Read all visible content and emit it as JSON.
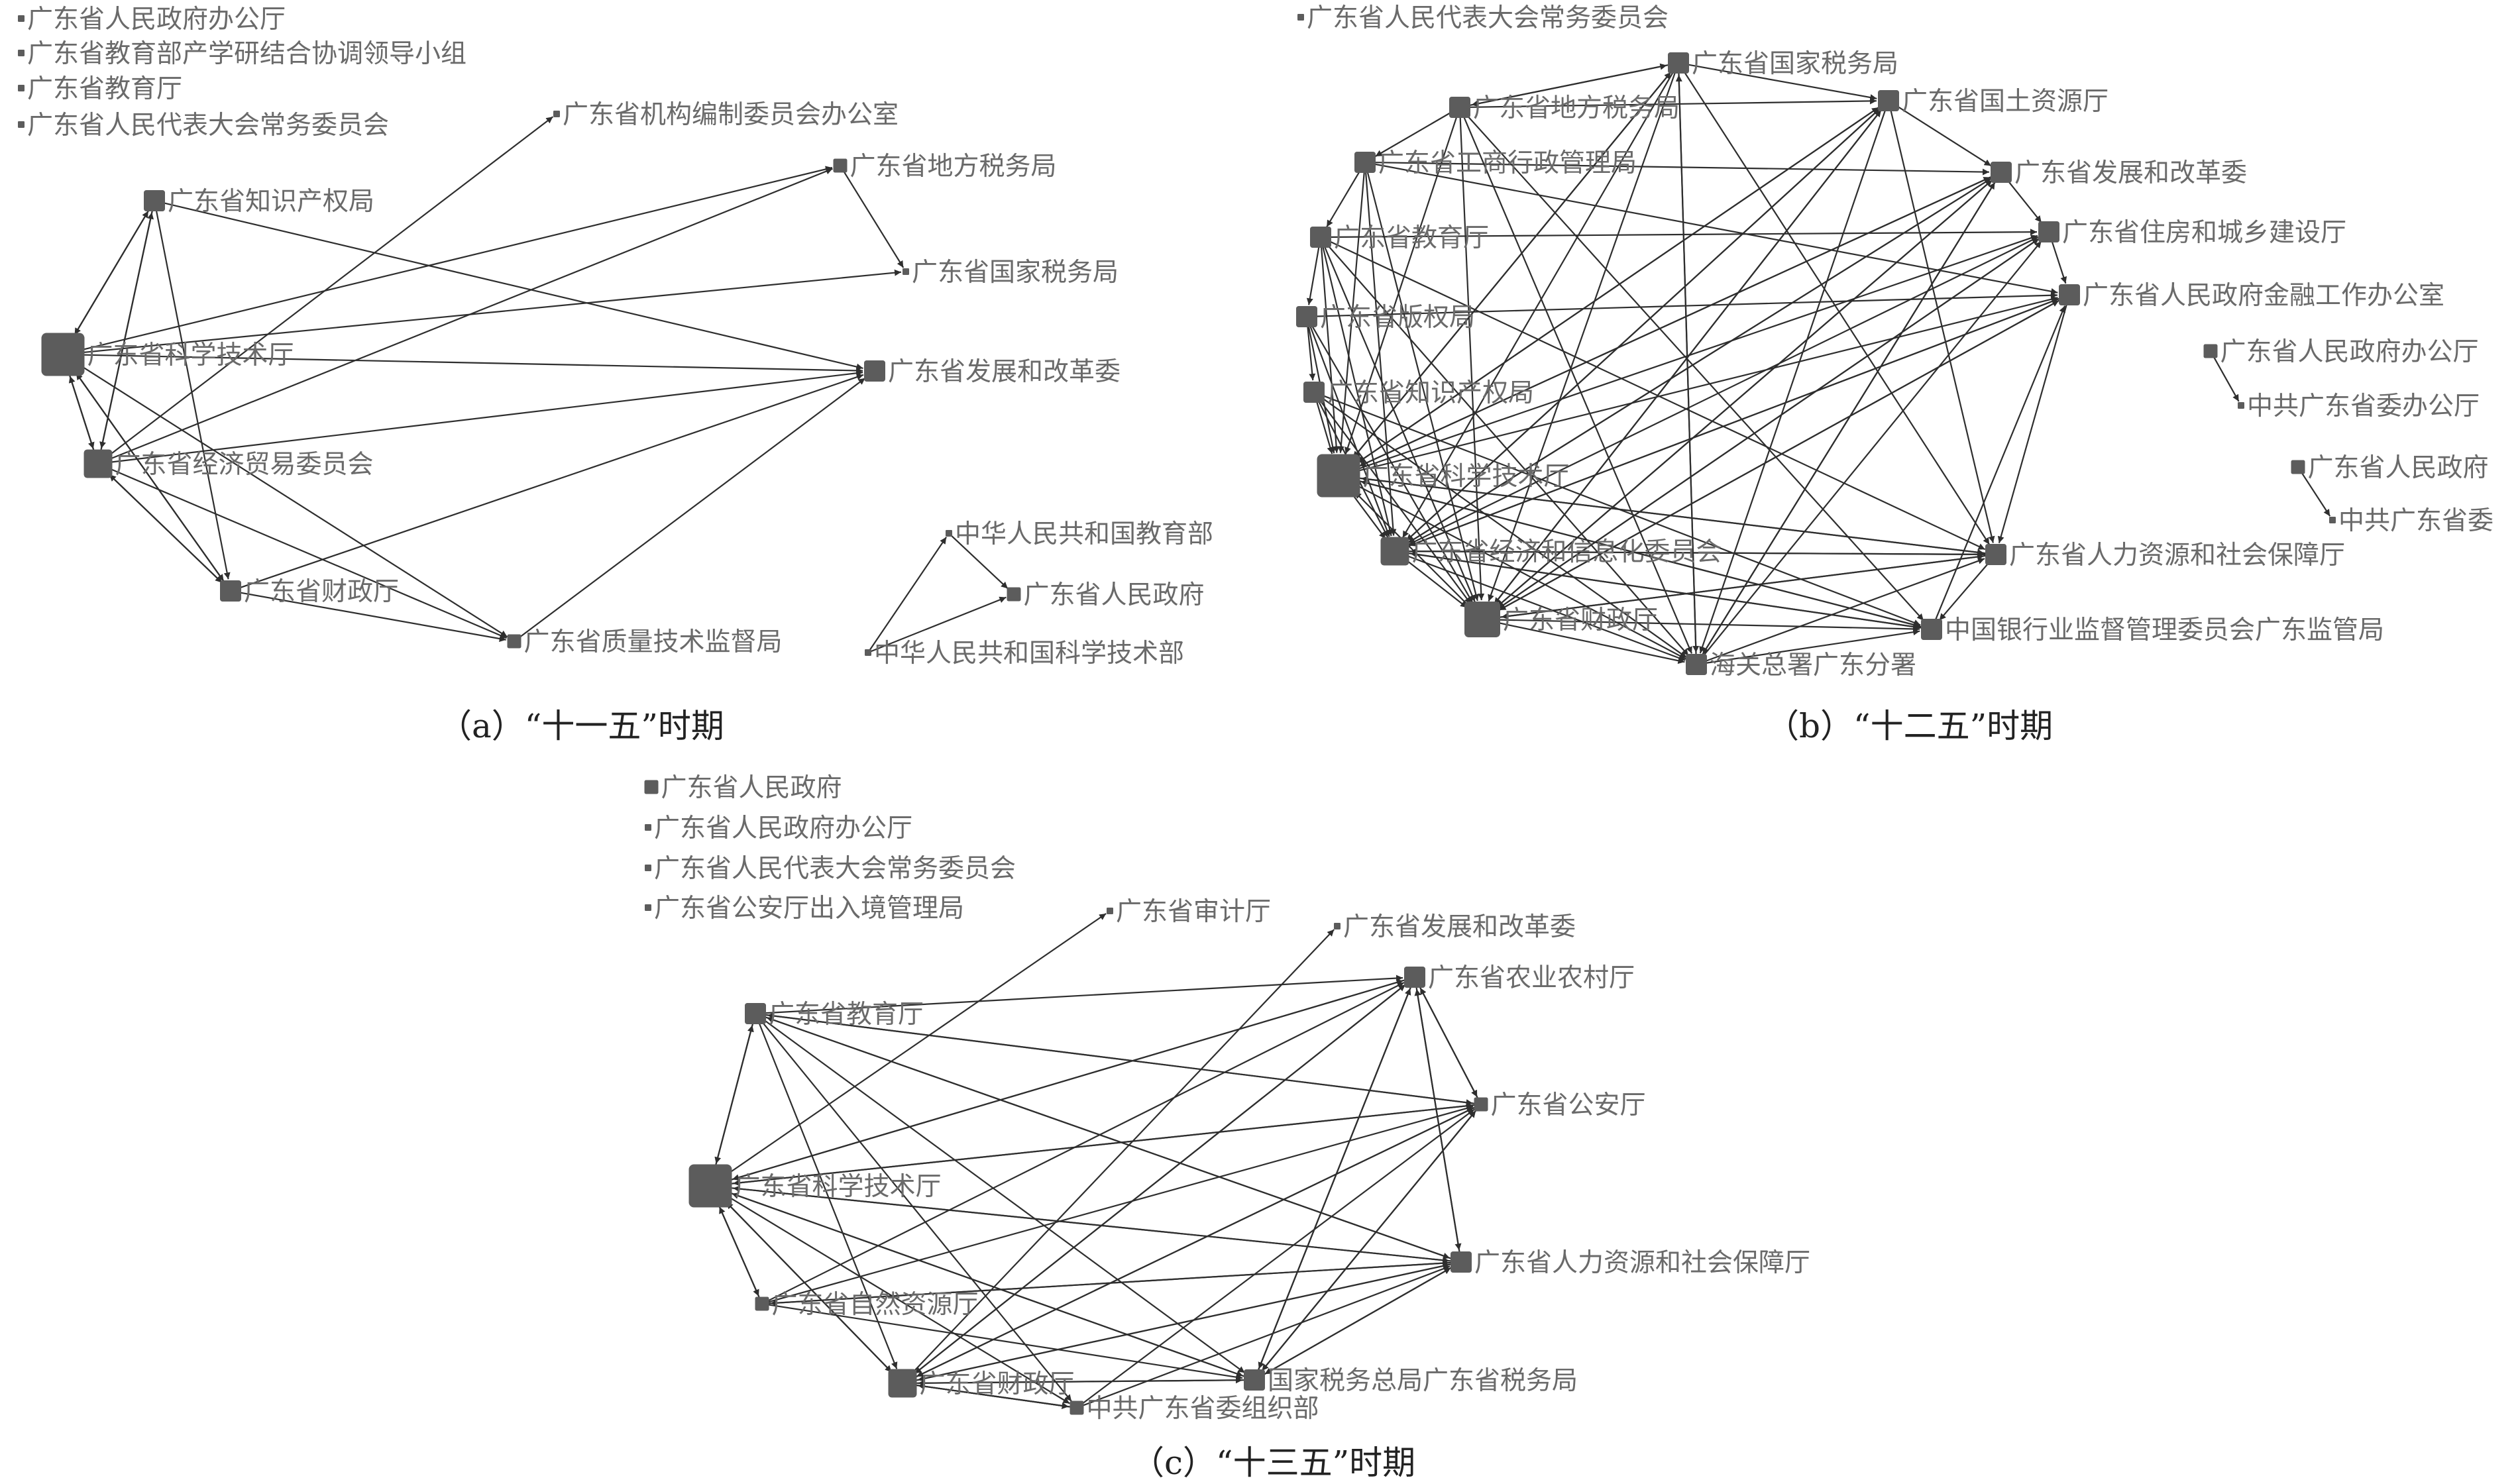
{
  "networks": [
    {
      "id": "a",
      "caption": "（a）“十一五”时期",
      "nodes": [
        {
          "id": "a_zf_office",
          "label": "广东省人民政府办公厅",
          "weight": 1
        },
        {
          "id": "a_edu_group",
          "label": "广东省教育部产学研结合协调领导小组",
          "weight": 1
        },
        {
          "id": "a_edu",
          "label": "广东省教育厅",
          "weight": 1
        },
        {
          "id": "a_npc",
          "label": "广东省人民代表大会常务委员会",
          "weight": 1
        },
        {
          "id": "a_bianzhi",
          "label": "广东省机构编制委员会办公室",
          "weight": 1
        },
        {
          "id": "a_ip",
          "label": "广东省知识产权局",
          "weight": 3
        },
        {
          "id": "a_ltax",
          "label": "广东省地方税务局",
          "weight": 2
        },
        {
          "id": "a_ntax",
          "label": "广东省国家税务局",
          "weight": 1
        },
        {
          "id": "a_sci",
          "label": "广东省科学技术厅",
          "weight": 6
        },
        {
          "id": "a_drc",
          "label": "广东省发展和改革委",
          "weight": 3
        },
        {
          "id": "a_econ",
          "label": "广东省经济贸易委员会",
          "weight": 4
        },
        {
          "id": "a_fin",
          "label": "广东省财政厅",
          "weight": 3
        },
        {
          "id": "a_qual",
          "label": "广东省质量技术监督局",
          "weight": 2
        },
        {
          "id": "a_moe",
          "label": "中华人民共和国教育部",
          "weight": 1
        },
        {
          "id": "a_gov",
          "label": "广东省人民政府",
          "weight": 2
        },
        {
          "id": "a_most",
          "label": "中华人民共和国科学技术部",
          "weight": 1
        }
      ],
      "edges": [
        [
          "a_sci",
          "a_ip"
        ],
        [
          "a_ip",
          "a_sci"
        ],
        [
          "a_econ",
          "a_ip"
        ],
        [
          "a_ip",
          "a_econ"
        ],
        [
          "a_ip",
          "a_fin"
        ],
        [
          "a_ip",
          "a_drc"
        ],
        [
          "a_sci",
          "a_econ"
        ],
        [
          "a_econ",
          "a_sci"
        ],
        [
          "a_sci",
          "a_fin"
        ],
        [
          "a_fin",
          "a_sci"
        ],
        [
          "a_econ",
          "a_fin"
        ],
        [
          "a_fin",
          "a_econ"
        ],
        [
          "a_sci",
          "a_drc"
        ],
        [
          "a_econ",
          "a_drc"
        ],
        [
          "a_fin",
          "a_drc"
        ],
        [
          "a_qual",
          "a_drc"
        ],
        [
          "a_sci",
          "a_ltax"
        ],
        [
          "a_econ",
          "a_ltax"
        ],
        [
          "a_sci",
          "a_ntax"
        ],
        [
          "a_ltax",
          "a_ntax"
        ],
        [
          "a_econ",
          "a_bianzhi"
        ],
        [
          "a_sci",
          "a_qual"
        ],
        [
          "a_econ",
          "a_qual"
        ],
        [
          "a_fin",
          "a_qual"
        ],
        [
          "a_most",
          "a_moe"
        ],
        [
          "a_moe",
          "a_gov"
        ],
        [
          "a_most",
          "a_gov"
        ]
      ]
    },
    {
      "id": "b",
      "caption": "（b）“十二五”时期",
      "nodes": [
        {
          "id": "b_npc",
          "label": "广东省人民代表大会常务委员会",
          "weight": 1
        },
        {
          "id": "b_ntax",
          "label": "广东省国家税务局",
          "weight": 3
        },
        {
          "id": "b_land",
          "label": "广东省国土资源厅",
          "weight": 3
        },
        {
          "id": "b_ltax",
          "label": "广东省地方税务局",
          "weight": 3
        },
        {
          "id": "b_drc",
          "label": "广东省发展和改革委",
          "weight": 3
        },
        {
          "id": "b_saic",
          "label": "广东省工商行政管理局",
          "weight": 3
        },
        {
          "id": "b_housing",
          "label": "广东省住房和城乡建设厅",
          "weight": 3
        },
        {
          "id": "b_edu",
          "label": "广东省教育厅",
          "weight": 3
        },
        {
          "id": "b_finoffice",
          "label": "广东省人民政府金融工作办公室",
          "weight": 3
        },
        {
          "id": "b_copyright",
          "label": "广东省版权局",
          "weight": 3
        },
        {
          "id": "b_gov_office",
          "label": "广东省人民政府办公厅",
          "weight": 2
        },
        {
          "id": "b_ip",
          "label": "广东省知识产权局",
          "weight": 3
        },
        {
          "id": "b_party_office",
          "label": "中共广东省委办公厅",
          "weight": 1
        },
        {
          "id": "b_gov",
          "label": "广东省人民政府",
          "weight": 2
        },
        {
          "id": "b_sci",
          "label": "广东省科学技术厅",
          "weight": 6
        },
        {
          "id": "b_party",
          "label": "中共广东省委",
          "weight": 1
        },
        {
          "id": "b_econ",
          "label": "广东省经济和信息化委员会",
          "weight": 4
        },
        {
          "id": "b_hr",
          "label": "广东省人力资源和社会保障厅",
          "weight": 3
        },
        {
          "id": "b_fin",
          "label": "广东省财政厅",
          "weight": 5
        },
        {
          "id": "b_cbrc",
          "label": "中国银行业监督管理委员会广东监管局",
          "weight": 3
        },
        {
          "id": "b_customs",
          "label": "海关总署广东分署",
          "weight": 3
        }
      ],
      "edges": [
        [
          "b_sci",
          "b_ntax"
        ],
        [
          "b_ntax",
          "b_land"
        ],
        [
          "b_ltax",
          "b_ntax"
        ],
        [
          "b_ltax",
          "b_land"
        ],
        [
          "b_sci",
          "b_land"
        ],
        [
          "b_econ",
          "b_land"
        ],
        [
          "b_fin",
          "b_land"
        ],
        [
          "b_saic",
          "b_drc"
        ],
        [
          "b_sci",
          "b_drc"
        ],
        [
          "b_econ",
          "b_drc"
        ],
        [
          "b_fin",
          "b_drc"
        ],
        [
          "b_customs",
          "b_drc"
        ],
        [
          "b_edu",
          "b_housing"
        ],
        [
          "b_sci",
          "b_housing"
        ],
        [
          "b_econ",
          "b_housing"
        ],
        [
          "b_fin",
          "b_housing"
        ],
        [
          "b_customs",
          "b_housing"
        ],
        [
          "b_saic",
          "b_finoffice"
        ],
        [
          "b_copyright",
          "b_finoffice"
        ],
        [
          "b_sci",
          "b_finoffice"
        ],
        [
          "b_econ",
          "b_finoffice"
        ],
        [
          "b_fin",
          "b_finoffice"
        ],
        [
          "b_cbrc",
          "b_finoffice"
        ],
        [
          "b_sci",
          "b_hr"
        ],
        [
          "b_econ",
          "b_hr"
        ],
        [
          "b_fin",
          "b_hr"
        ],
        [
          "b_customs",
          "b_hr"
        ],
        [
          "b_edu",
          "b_hr"
        ],
        [
          "b_sci",
          "b_cbrc"
        ],
        [
          "b_econ",
          "b_cbrc"
        ],
        [
          "b_fin",
          "b_cbrc"
        ],
        [
          "b_customs",
          "b_cbrc"
        ],
        [
          "b_ip",
          "b_cbrc"
        ],
        [
          "b_ltax",
          "b_customs"
        ],
        [
          "b_ntax",
          "b_customs"
        ],
        [
          "b_land",
          "b_customs"
        ],
        [
          "b_drc",
          "b_customs"
        ],
        [
          "b_sci",
          "b_customs"
        ],
        [
          "b_econ",
          "b_customs"
        ],
        [
          "b_fin",
          "b_customs"
        ],
        [
          "b_ntax",
          "b_ltax"
        ],
        [
          "b_ltax",
          "b_saic"
        ],
        [
          "b_saic",
          "b_edu"
        ],
        [
          "b_edu",
          "b_copyright"
        ],
        [
          "b_copyright",
          "b_ip"
        ],
        [
          "b_ip",
          "b_sci"
        ],
        [
          "b_sci",
          "b_econ"
        ],
        [
          "b_econ",
          "b_fin"
        ],
        [
          "b_fin",
          "b_sci"
        ],
        [
          "b_edu",
          "b_sci"
        ],
        [
          "b_copyright",
          "b_sci"
        ],
        [
          "b_saic",
          "b_sci"
        ],
        [
          "b_ltax",
          "b_sci"
        ],
        [
          "b_ntax",
          "b_sci"
        ],
        [
          "b_edu",
          "b_econ"
        ],
        [
          "b_copyright",
          "b_econ"
        ],
        [
          "b_ip",
          "b_econ"
        ],
        [
          "b_saic",
          "b_econ"
        ],
        [
          "b_ip",
          "b_fin"
        ],
        [
          "b_copyright",
          "b_fin"
        ],
        [
          "b_edu",
          "b_fin"
        ],
        [
          "b_saic",
          "b_fin"
        ],
        [
          "b_ltax",
          "b_fin"
        ],
        [
          "b_land",
          "b_fin"
        ],
        [
          "b_drc",
          "b_fin"
        ],
        [
          "b_housing",
          "b_fin"
        ],
        [
          "b_finoffice",
          "b_fin"
        ],
        [
          "b_hr",
          "b_fin"
        ],
        [
          "b_cbrc",
          "b_sci"
        ],
        [
          "b_hr",
          "b_sci"
        ],
        [
          "b_land",
          "b_sci"
        ],
        [
          "b_drc",
          "b_sci"
        ],
        [
          "b_land",
          "b_econ"
        ],
        [
          "b_hr",
          "b_econ"
        ],
        [
          "b_cbrc",
          "b_econ"
        ],
        [
          "b_finoffice",
          "b_econ"
        ],
        [
          "b_drc",
          "b_econ"
        ],
        [
          "b_ntax",
          "b_fin"
        ],
        [
          "b_ntax",
          "b_econ"
        ],
        [
          "b_land",
          "b_drc"
        ],
        [
          "b_drc",
          "b_housing"
        ],
        [
          "b_housing",
          "b_finoffice"
        ],
        [
          "b_finoffice",
          "b_hr"
        ],
        [
          "b_hr",
          "b_cbrc"
        ],
        [
          "b_land",
          "b_hr"
        ],
        [
          "b_ntax",
          "b_hr"
        ],
        [
          "b_ltax",
          "b_cbrc"
        ],
        [
          "b_customs",
          "b_ntax"
        ],
        [
          "b_ip",
          "b_customs"
        ],
        [
          "b_edu",
          "b_customs"
        ],
        [
          "b_gov_office",
          "b_party_office"
        ],
        [
          "b_gov",
          "b_party"
        ]
      ]
    },
    {
      "id": "c",
      "caption": "（c）“十三五”时期",
      "nodes": [
        {
          "id": "c_gov",
          "label": "广东省人民政府",
          "weight": 2
        },
        {
          "id": "c_gov_office",
          "label": "广东省人民政府办公厅",
          "weight": 1
        },
        {
          "id": "c_npc",
          "label": "广东省人民代表大会常务委员会",
          "weight": 1
        },
        {
          "id": "c_exit",
          "label": "广东省公安厅出入境管理局",
          "weight": 1
        },
        {
          "id": "c_audit",
          "label": "广东省审计厅",
          "weight": 1
        },
        {
          "id": "c_drc",
          "label": "广东省发展和改革委",
          "weight": 1
        },
        {
          "id": "c_edu",
          "label": "广东省教育厅",
          "weight": 3
        },
        {
          "id": "c_agri",
          "label": "广东省农业农村厅",
          "weight": 3
        },
        {
          "id": "c_police",
          "label": "广东省公安厅",
          "weight": 2
        },
        {
          "id": "c_sci",
          "label": "广东省科学技术厅",
          "weight": 6
        },
        {
          "id": "c_hr",
          "label": "广东省人力资源和社会保障厅",
          "weight": 3
        },
        {
          "id": "c_nat",
          "label": "广东省自然资源厅",
          "weight": 2
        },
        {
          "id": "c_fin",
          "label": "广东省财政厅",
          "weight": 4
        },
        {
          "id": "c_tax",
          "label": "国家税务总局广东省税务局",
          "weight": 3
        },
        {
          "id": "c_org",
          "label": "中共广东省委组织部",
          "weight": 2
        }
      ],
      "edges": [
        [
          "c_edu",
          "c_sci"
        ],
        [
          "c_sci",
          "c_edu"
        ],
        [
          "c_sci",
          "c_nat"
        ],
        [
          "c_nat",
          "c_sci"
        ],
        [
          "c_sci",
          "c_fin"
        ],
        [
          "c_fin",
          "c_sci"
        ],
        [
          "c_edu",
          "c_fin"
        ],
        [
          "c_edu",
          "c_agri"
        ],
        [
          "c_edu",
          "c_police"
        ],
        [
          "c_edu",
          "c_hr"
        ],
        [
          "c_edu",
          "c_tax"
        ],
        [
          "c_edu",
          "c_org"
        ],
        [
          "c_sci",
          "c_agri"
        ],
        [
          "c_sci",
          "c_police"
        ],
        [
          "c_sci",
          "c_hr"
        ],
        [
          "c_sci",
          "c_tax"
        ],
        [
          "c_sci",
          "c_audit"
        ],
        [
          "c_sci",
          "c_org"
        ],
        [
          "c_nat",
          "c_agri"
        ],
        [
          "c_nat",
          "c_police"
        ],
        [
          "c_nat",
          "c_hr"
        ],
        [
          "c_nat",
          "c_tax"
        ],
        [
          "c_fin",
          "c_agri"
        ],
        [
          "c_fin",
          "c_police"
        ],
        [
          "c_fin",
          "c_hr"
        ],
        [
          "c_fin",
          "c_tax"
        ],
        [
          "c_fin",
          "c_drc"
        ],
        [
          "c_fin",
          "c_org"
        ],
        [
          "c_tax",
          "c_agri"
        ],
        [
          "c_tax",
          "c_police"
        ],
        [
          "c_tax",
          "c_hr"
        ],
        [
          "c_tax",
          "c_sci"
        ],
        [
          "c_tax",
          "c_fin"
        ],
        [
          "c_org",
          "c_police"
        ],
        [
          "c_org",
          "c_hr"
        ],
        [
          "c_agri",
          "c_police"
        ],
        [
          "c_police",
          "c_agri"
        ],
        [
          "c_agri",
          "c_hr"
        ],
        [
          "c_hr",
          "c_agri"
        ],
        [
          "c_police",
          "c_sci"
        ],
        [
          "c_hr",
          "c_sci"
        ],
        [
          "c_agri",
          "c_sci"
        ],
        [
          "c_hr",
          "c_fin"
        ],
        [
          "c_police",
          "c_fin"
        ],
        [
          "c_agri",
          "c_fin"
        ],
        [
          "c_hr",
          "c_edu"
        ],
        [
          "c_police",
          "c_edu"
        ],
        [
          "c_agri",
          "c_tax"
        ],
        [
          "c_police",
          "c_tax"
        ],
        [
          "c_hr",
          "c_tax"
        ],
        [
          "c_org",
          "c_fin"
        ],
        [
          "c_fin",
          "c_org"
        ],
        [
          "c_hr",
          "c_nat"
        ]
      ]
    }
  ]
}
